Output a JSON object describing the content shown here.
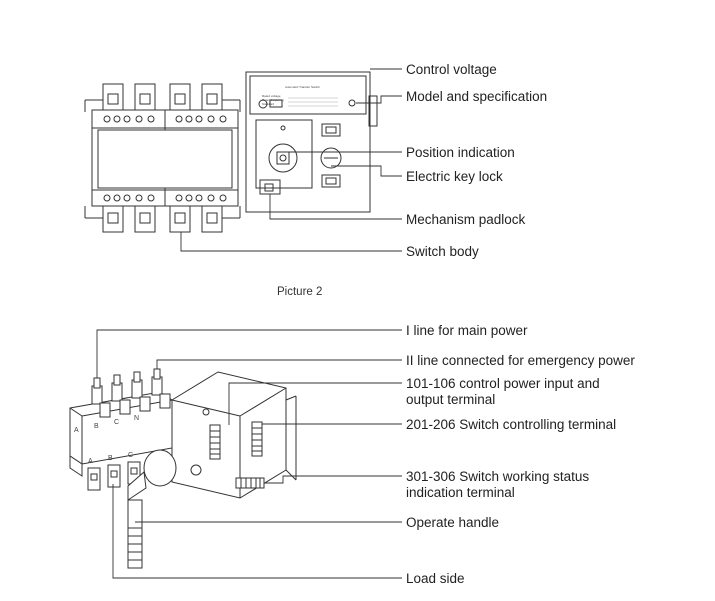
{
  "picture2": {
    "caption": "Picture 2",
    "device_title": "Automatic Transfer Switch",
    "spec_lines": [
      "Rated voltage",
      "Rated frequency",
      "Standard"
    ],
    "labels": [
      "Control voltage",
      "Model and specification",
      "Position indication",
      "Electric key lock",
      "Mechanism padlock",
      "Switch body"
    ]
  },
  "picture3": {
    "labels": [
      {
        "line1": "I  line for main power",
        "line2": ""
      },
      {
        "line1": "II line connected for emergency power",
        "line2": ""
      },
      {
        "line1": "101-106 control power input and",
        "line2": "output terminal"
      },
      {
        "line1": "201-206 Switch controlling terminal",
        "line2": ""
      },
      {
        "line1": "301-306 Switch working status",
        "line2": "indication terminal"
      },
      {
        "line1": "Operate handle",
        "line2": ""
      },
      {
        "line1": "Load side",
        "line2": ""
      }
    ],
    "terminal_letters": [
      "A",
      "B",
      "C",
      "N"
    ]
  }
}
